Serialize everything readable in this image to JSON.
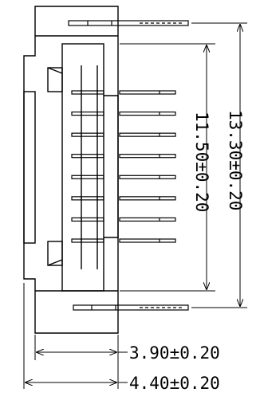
{
  "drawing": {
    "dimensions": {
      "total_height": "13.30±0.20",
      "pin_span": "11.50±0.20",
      "body_width": "3.90±0.20",
      "total_width": "4.40±0.20"
    },
    "pin_rows": 8,
    "colors": {
      "line": "#000000",
      "background": "#ffffff"
    }
  }
}
